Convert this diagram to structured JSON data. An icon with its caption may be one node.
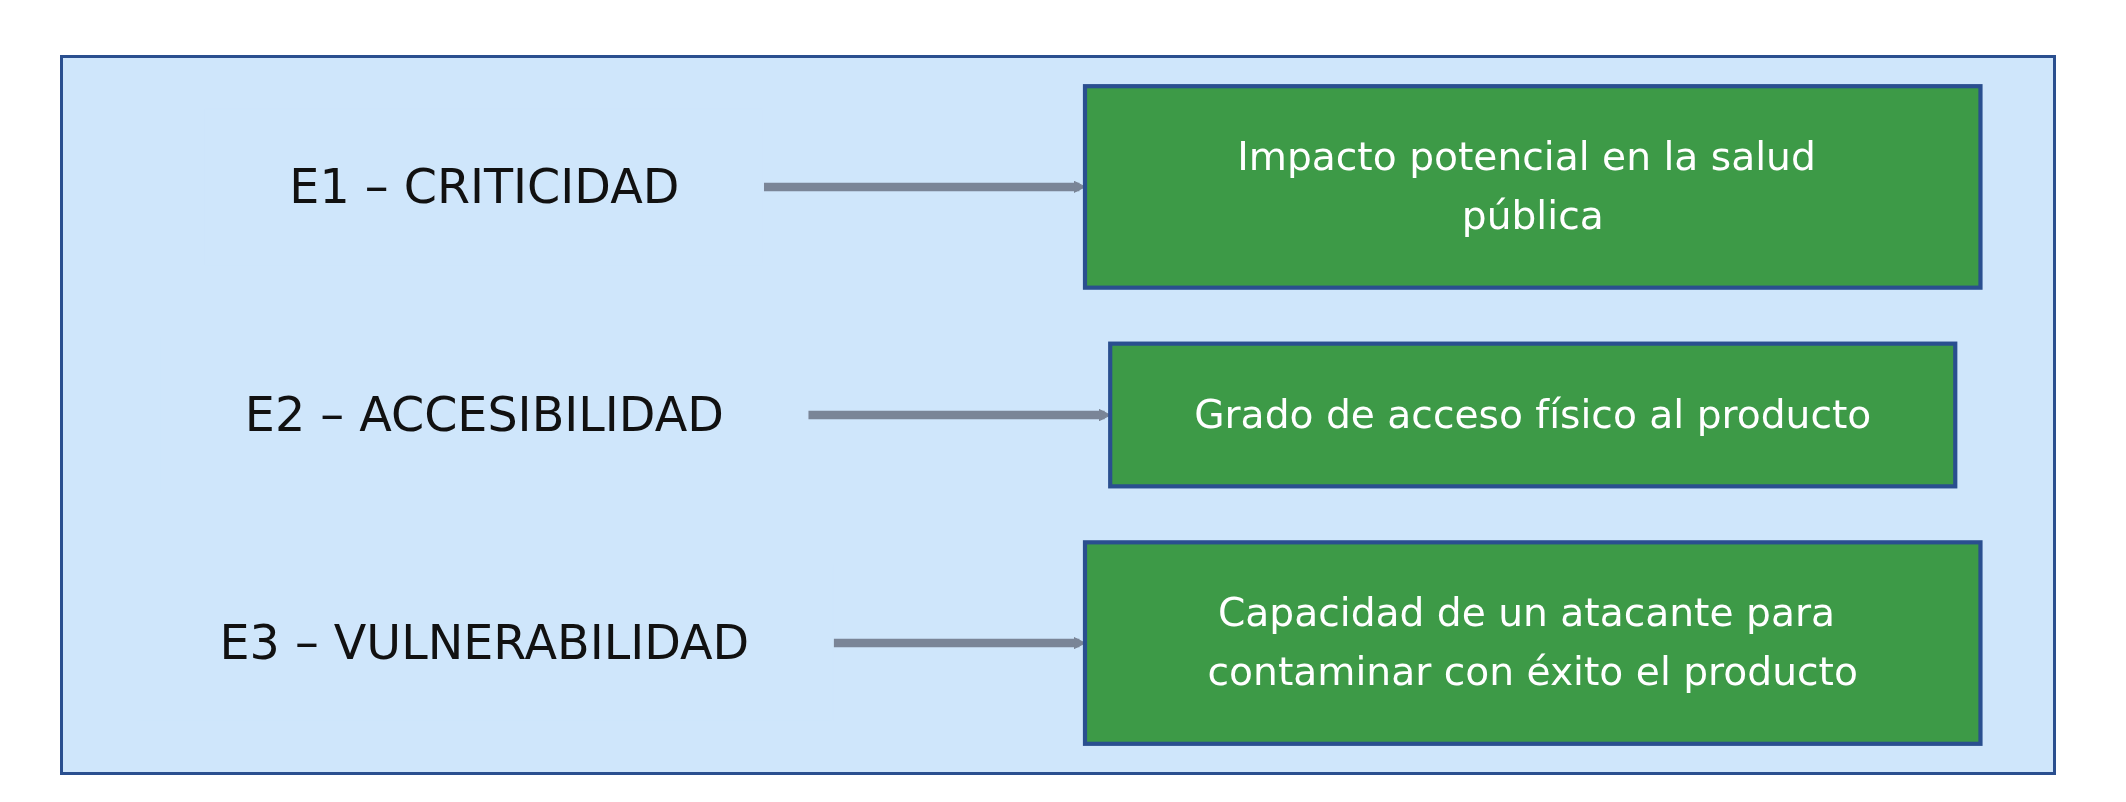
{
  "diagram": {
    "nodes": [
      {
        "text": [
          "E1 – CRITICIDAD"
        ]
      },
      {
        "text": [
          "Impacto potencial en la salud pública"
        ]
      },
      {
        "text": [
          "E2 – ACCESIBILIDAD"
        ]
      },
      {
        "text": [
          "Grado de acceso físico al producto"
        ]
      },
      {
        "text": [
          "E3 – VULNERABILIDAD"
        ]
      },
      {
        "text": [
          "Capacidad de un atacante para contaminar con éxito el producto"
        ]
      }
    ],
    "edges": [
      {
        "from": 0,
        "to": 1,
        "arrow": "to"
      },
      {
        "from": 2,
        "to": 3,
        "arrow": "to"
      },
      {
        "from": 4,
        "to": 5,
        "arrow": "to"
      }
    ]
  }
}
